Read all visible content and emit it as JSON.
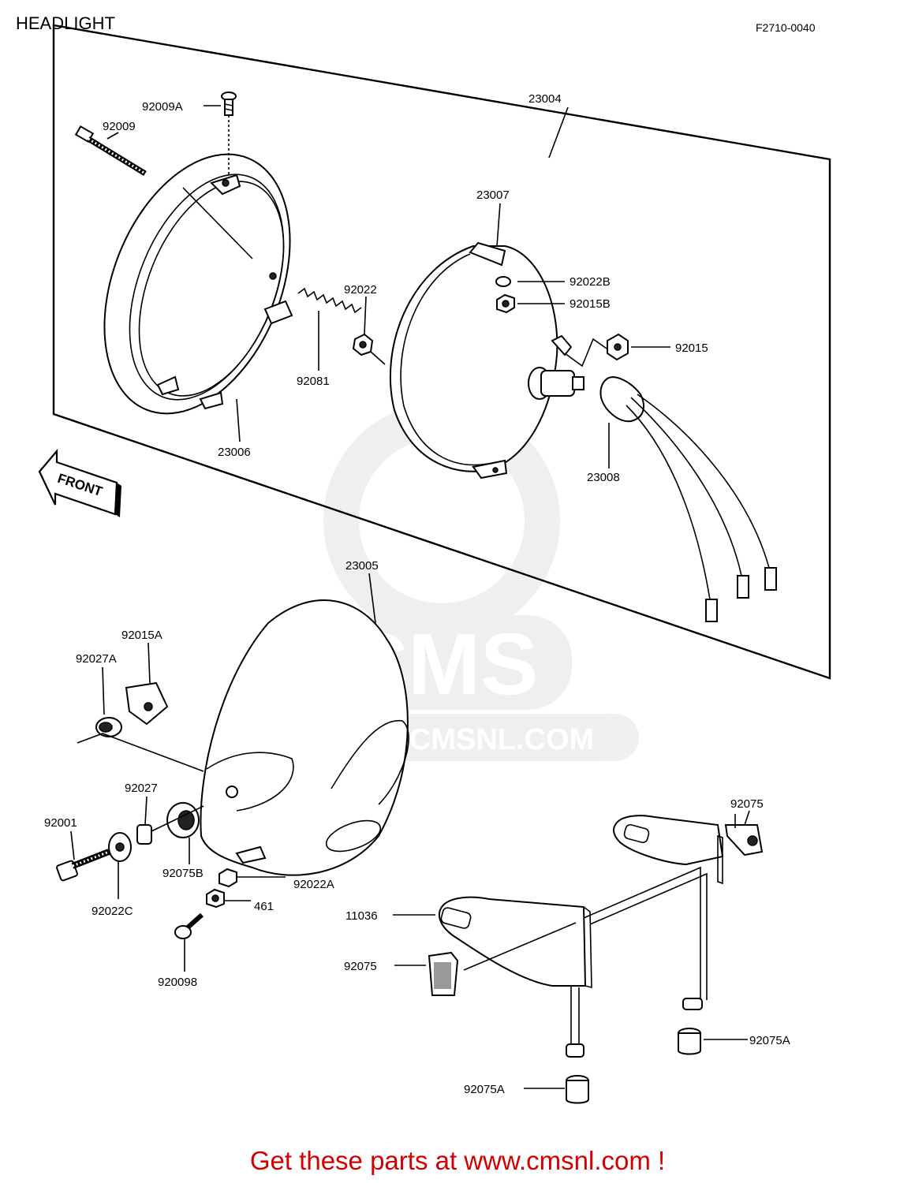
{
  "header": {
    "title": "HEADLIGHT",
    "code": "F2710-0040"
  },
  "front_arrow": {
    "label": "FRONT"
  },
  "watermark": {
    "brand": "CMS",
    "url": "WWW.CMSNL.COM"
  },
  "callouts": {
    "p23004": "23004",
    "p92009a": "92009A",
    "p92009": "92009",
    "p23007": "23007",
    "p92022b": "92022B",
    "p92015b": "92015B",
    "p92022": "92022",
    "p92015": "92015",
    "p92081": "92081",
    "p23006": "23006",
    "p23008": "23008",
    "p23005": "23005",
    "p92015a": "92015A",
    "p92027a": "92027A",
    "p92027": "92027",
    "p92001": "92001",
    "p92075b": "92075B",
    "p92022a": "92022A",
    "p461": "461",
    "p92022c": "92022C",
    "p92009b": "920098",
    "p92075_top": "92075",
    "p11036": "11036",
    "p92075_left": "92075",
    "p92075a_right": "92075A",
    "p92075a_left": "92075A"
  },
  "cta": {
    "text": "Get these parts at www.cmsnl.com !",
    "color": "#d40000"
  }
}
